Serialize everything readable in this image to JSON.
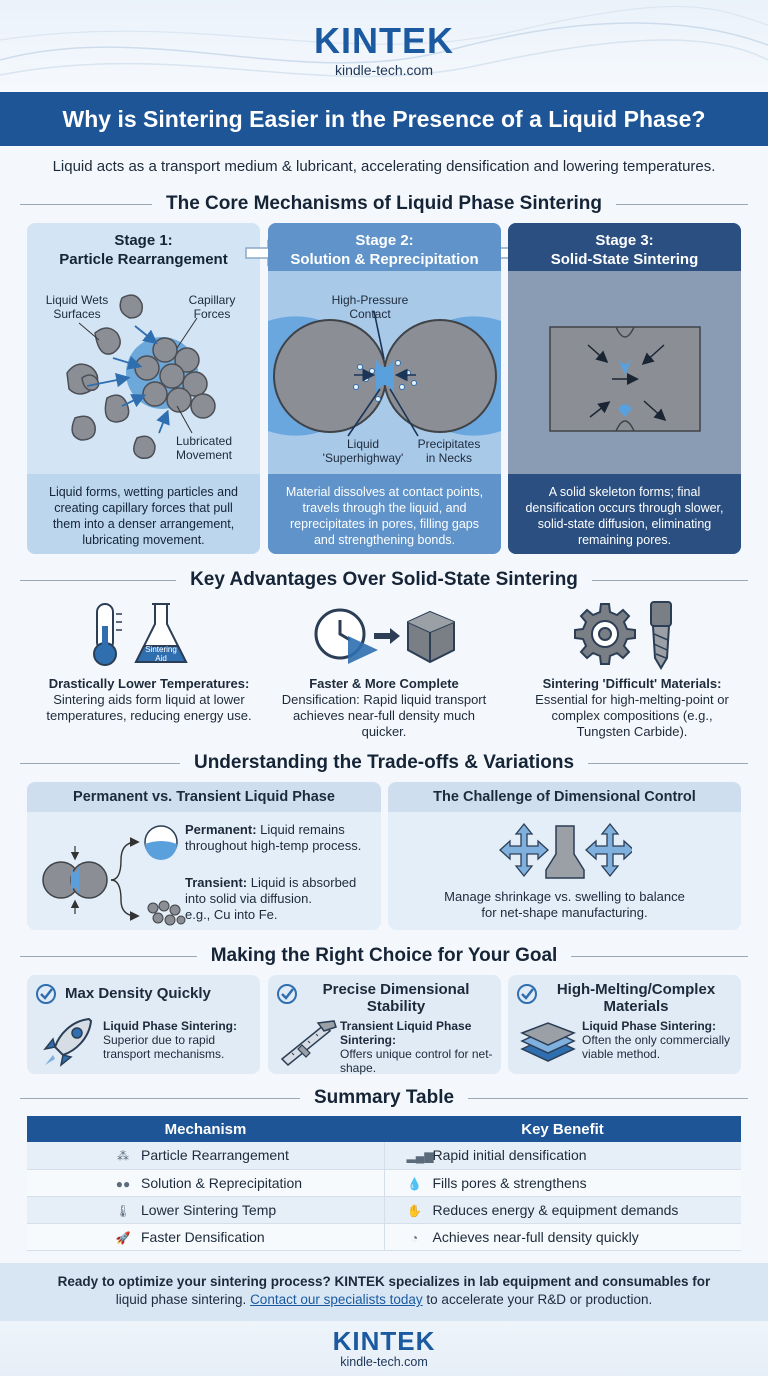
{
  "header": {
    "brand": "KINTEK",
    "site": "kindle-tech.com"
  },
  "title": "Why is Sintering Easier in the Presence of a Liquid Phase?",
  "subtitle": "Liquid acts as a transport medium & lubricant, accelerating densification and lowering temperatures.",
  "mechanisms": {
    "heading": "The Core Mechanisms of Liquid Phase Sintering",
    "stages": [
      {
        "title_line1": "Stage 1:",
        "title_line2": "Particle Rearrangement",
        "labels": [
          "Liquid Wets",
          "Surfaces",
          "Capillary",
          "Forces",
          "Lubricated",
          "Movement"
        ],
        "desc": "Liquid forms, wetting particles and creating capillary forces that pull them into a denser arrangement, lubricating movement."
      },
      {
        "title_line1": "Stage 2:",
        "title_line2": "Solution & Reprecipitation",
        "labels": [
          "High-Pressure",
          "Contact",
          "Liquid",
          "'Superhighway'",
          "Precipitates",
          "in Necks"
        ],
        "desc": "Material dissolves at contact points, travels through the liquid, and reprecipitates in pores, filling gaps and strengthening bonds."
      },
      {
        "title_line1": "Stage 3:",
        "title_line2": "Solid-State Sintering",
        "labels": [],
        "desc": "A solid skeleton forms; final densification occurs through slower, solid-state diffusion, eliminating remaining pores."
      }
    ]
  },
  "advantages": {
    "heading": "Key Advantages Over Solid-State Sintering",
    "flask_label_1": "Sintering",
    "flask_label_2": "Aid",
    "items": [
      {
        "lines": [
          "Drastically Lower Temperatures:",
          "Sintering aids form liquid at lower",
          "temperatures, reducing energy use."
        ]
      },
      {
        "lines": [
          "Faster & More Complete",
          "Densification: Rapid liquid transport",
          "achieves near-full density much",
          "quicker."
        ]
      },
      {
        "lines": [
          "Sintering 'Difficult' Materials:",
          "Essential for high-melting-point or",
          "complex compositions (e.g.,",
          "Tungsten Carbide)."
        ]
      }
    ]
  },
  "tradeoffs": {
    "heading": "Understanding the Trade-offs & Variations",
    "left": {
      "title": "Permanent vs. Transient Liquid Phase",
      "permanent_bold": "Permanent:",
      "permanent_text_1": "Liquid remains",
      "permanent_text_2": "throughout high-temp process.",
      "transient_bold": "Transient:",
      "transient_text_1": "Liquid is absorbed",
      "transient_text_2": "into solid via diffusion.",
      "transient_text_3": "e.g., Cu into Fe."
    },
    "right": {
      "title": "The Challenge of Dimensional Control",
      "text_1": "Manage shrinkage vs. swelling to balance",
      "text_2": "for net-shape manufacturing."
    }
  },
  "choices": {
    "heading": "Making the Right Choice for Your Goal",
    "items": [
      {
        "title_1": "Max Density Quickly",
        "title_2": "",
        "bold": "Liquid Phase Sintering:",
        "text": "Superior due to rapid transport mechanisms."
      },
      {
        "title_1": "Precise Dimensional",
        "title_2": "Stability",
        "bold": "Transient Liquid Phase Sintering:",
        "text": "Offers unique control for net-shape."
      },
      {
        "title_1": "High-Melting/Complex",
        "title_2": "Materials",
        "bold": "Liquid Phase Sintering:",
        "text": "Often the only commercially viable method."
      }
    ]
  },
  "summary": {
    "heading": "Summary Table",
    "headers": [
      "Mechanism",
      "Key Benefit"
    ],
    "rows": [
      {
        "mechanism": "Particle Rearrangement",
        "benefit": "Rapid initial densification"
      },
      {
        "mechanism": "Solution & Reprecipitation",
        "benefit": "Fills pores & strengthens"
      },
      {
        "mechanism": "Lower Sintering Temp",
        "benefit": "Reduces energy & equipment demands"
      },
      {
        "mechanism": "Faster Densification",
        "benefit": "Achieves near-full density quickly"
      }
    ]
  },
  "cta": {
    "text_1": "Ready to optimize your sintering process? KINTEK specializes in lab equipment and consumables for",
    "text_2": "liquid phase sintering.",
    "link": "Contact our specialists today",
    "text_3": "to accelerate your R&D or production."
  },
  "footer": {
    "brand": "KINTEK",
    "site": "kindle-tech.com"
  },
  "colors": {
    "brand_blue": "#1d5596",
    "stage1": "#cfe2f3",
    "stage2": "#5f93c9",
    "stage3": "#2a4f80"
  }
}
